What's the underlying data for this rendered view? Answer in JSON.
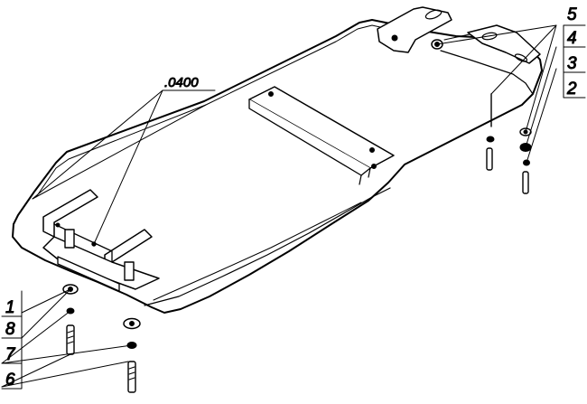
{
  "part_label": ".0400",
  "callouts_right": [
    "5",
    "4",
    "3",
    "2"
  ],
  "callouts_left": [
    "1",
    "8",
    "7",
    "6"
  ],
  "colors": {
    "line": "#000000",
    "background": "#ffffff",
    "fill": "#ffffff"
  }
}
